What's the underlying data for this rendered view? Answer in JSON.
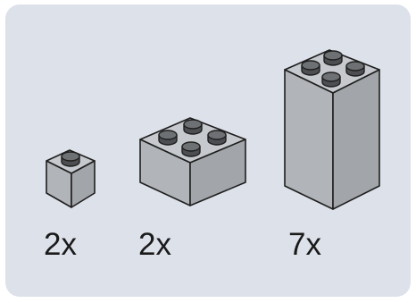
{
  "bricks": [
    {
      "shape": "1x1-brick-icon",
      "count": "2x"
    },
    {
      "shape": "2x2-brick-icon",
      "count": "2x"
    },
    {
      "shape": "2x2-tall-brick-icon",
      "count": "7x"
    }
  ],
  "colors": {
    "panel": "#dde1ea",
    "brick_top": "#c6c9cd",
    "brick_front": "#b1b4b8",
    "brick_side": "#a2a5a9",
    "stud_side": "#4c4e51",
    "stud_top": "#6e7174",
    "outline": "#1f1f1f",
    "text": "#1a1a1a"
  }
}
